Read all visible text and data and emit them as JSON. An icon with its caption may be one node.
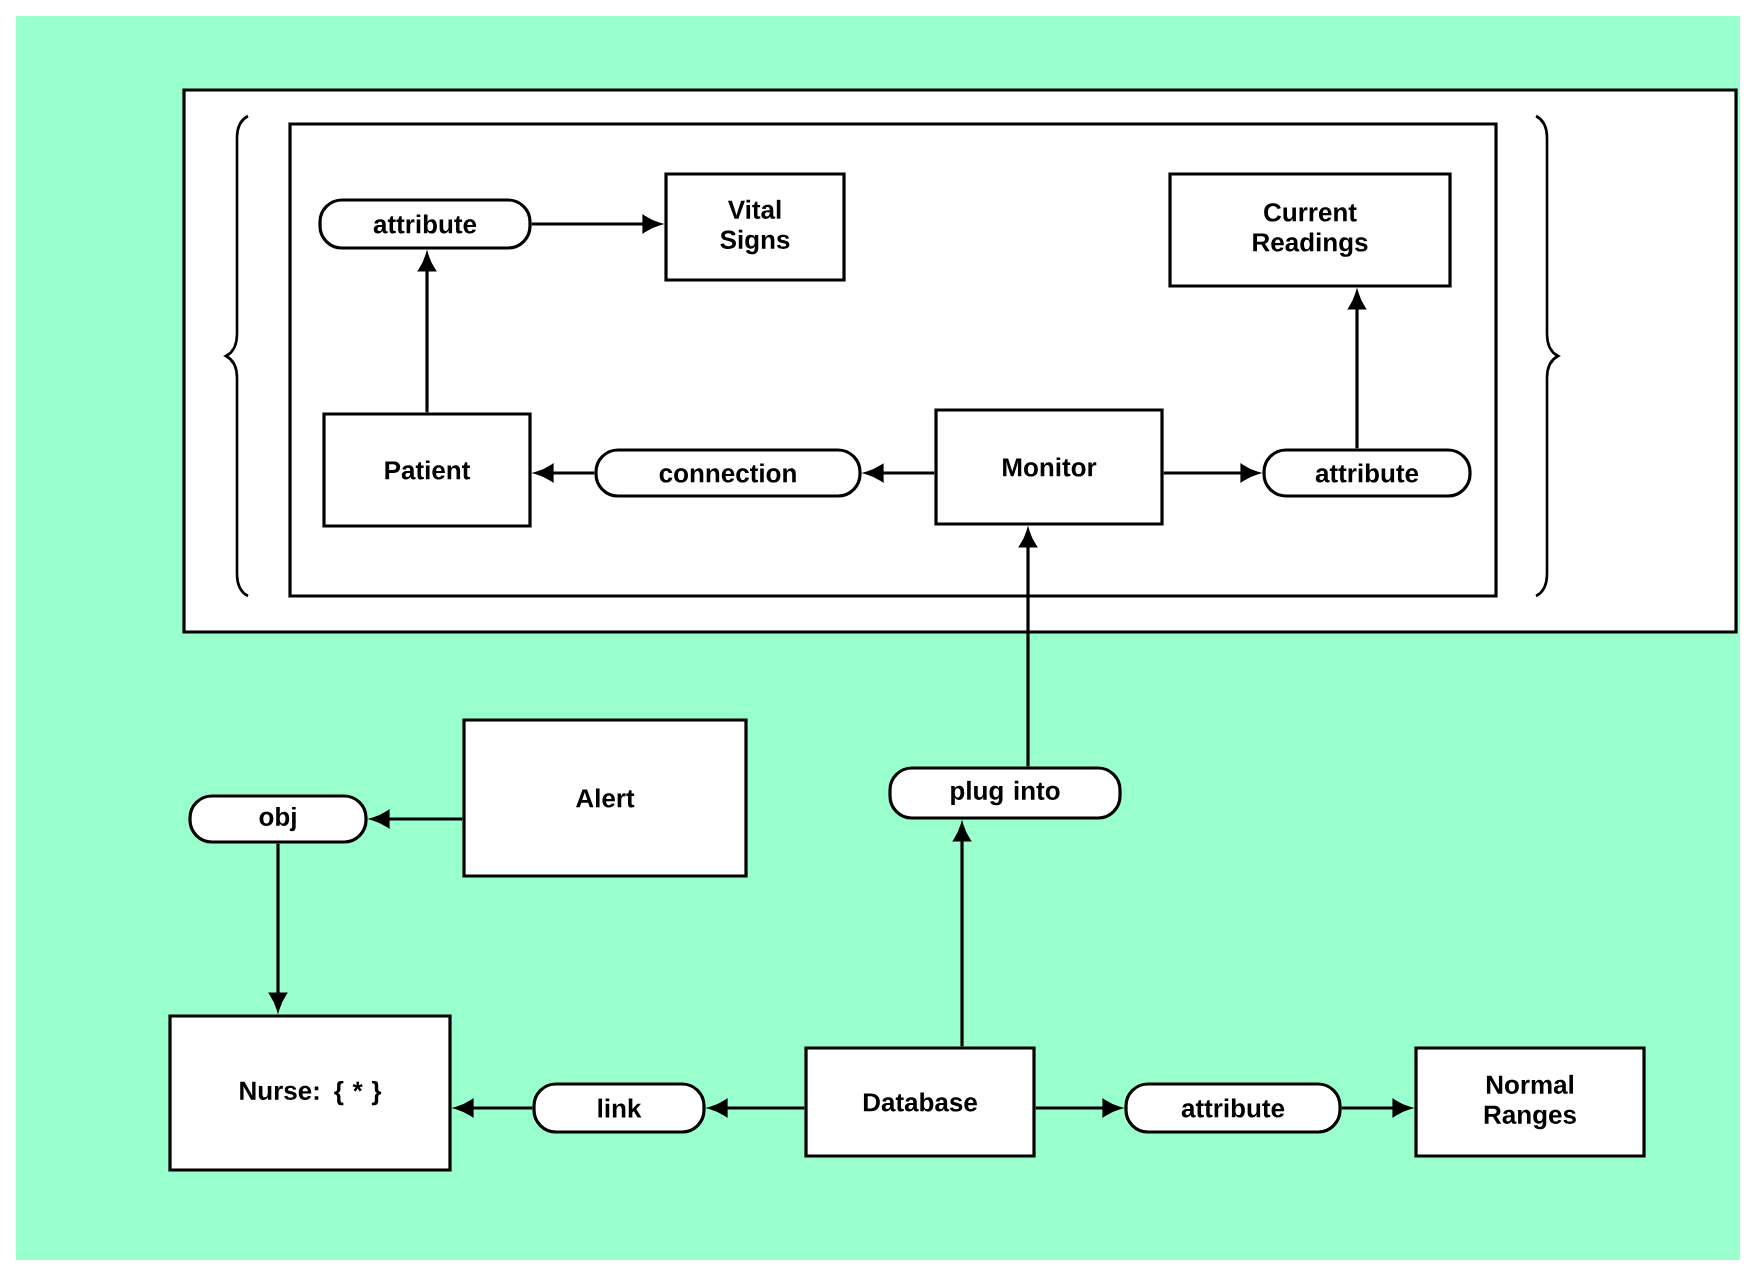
{
  "diagram": {
    "nodes": [
      {
        "text": [],
        "shape": "box"
      },
      {
        "text": [],
        "shape": "box",
        "in": 0
      },
      {
        "text": [
          "attribute"
        ],
        "in": 1
      },
      {
        "text": [
          "Vital Signs"
        ],
        "in": 1
      },
      {
        "text": [
          "Current Readings"
        ],
        "in": 1
      },
      {
        "text": [
          "Patient"
        ],
        "in": 1
      },
      {
        "text": [
          "connection"
        ],
        "in": 1
      },
      {
        "text": [
          "Monitor"
        ],
        "in": 1
      },
      {
        "text": [
          "attribute"
        ],
        "in": 1
      },
      {
        "text": [
          "obj"
        ]
      },
      {
        "text": [
          "Alert"
        ]
      },
      {
        "text": [
          "plug into"
        ]
      },
      {
        "text": [
          "Nurse: { * }"
        ]
      },
      {
        "text": [
          "link"
        ]
      },
      {
        "text": [
          "Database"
        ]
      },
      {
        "text": [
          "attribute"
        ]
      },
      {
        "text": [
          "Normal Ranges"
        ]
      }
    ],
    "edges": [
      {
        "from": 2,
        "to": 3,
        "arrow": "to"
      },
      {
        "from": 5,
        "to": 2,
        "arrow": "to"
      },
      {
        "from": 7,
        "to": 6,
        "arrow": "to"
      },
      {
        "from": 6,
        "to": 5,
        "arrow": "to"
      },
      {
        "from": 7,
        "to": 8,
        "arrow": "to"
      },
      {
        "from": 8,
        "to": 4,
        "arrow": "to"
      },
      {
        "from": 10,
        "to": 9,
        "arrow": "to"
      },
      {
        "from": 9,
        "to": 12,
        "arrow": "to"
      },
      {
        "from": 14,
        "to": 11,
        "arrow": "to"
      },
      {
        "from": 11,
        "to": 7,
        "arrow": "to"
      },
      {
        "from": 14,
        "to": 13,
        "arrow": "to"
      },
      {
        "from": 13,
        "to": 12,
        "arrow": "to"
      },
      {
        "from": 14,
        "to": 15,
        "arrow": "to"
      },
      {
        "from": 15,
        "to": 16,
        "arrow": "to"
      }
    ]
  }
}
